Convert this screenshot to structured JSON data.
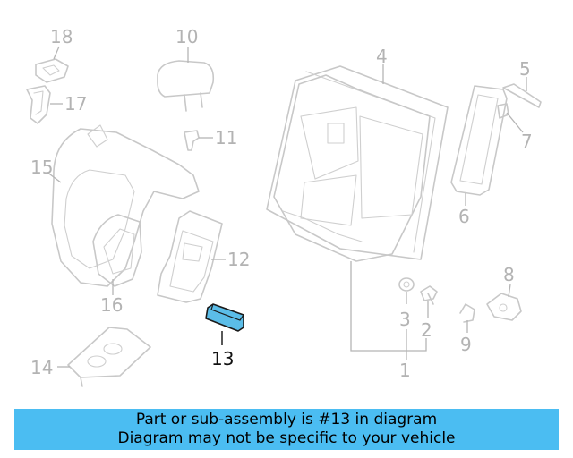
{
  "diagram": {
    "highlight_part": "13",
    "highlight_color": "#5bbde8",
    "labels": {
      "p1": "1",
      "p2": "2",
      "p3": "3",
      "p4": "4",
      "p5": "5",
      "p6": "6",
      "p7": "7",
      "p8": "8",
      "p9": "9",
      "p10": "10",
      "p11": "11",
      "p12": "12",
      "p13": "13",
      "p14": "14",
      "p15": "15",
      "p16": "16",
      "p17": "17",
      "p18": "18"
    }
  },
  "banner": {
    "line1": "Part or sub-assembly is #13 in diagram",
    "line2": "Diagram may not be specific to your vehicle",
    "color": "#4bbdf2"
  }
}
